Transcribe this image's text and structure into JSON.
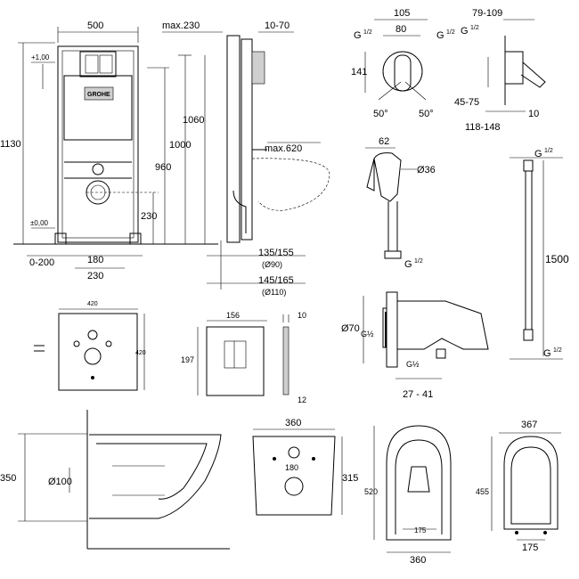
{
  "frame": {
    "width_top": "500",
    "height_total": "1130",
    "label_100": "+1,00",
    "label_000": "±0,00",
    "h1060": "1060",
    "h1000": "1000",
    "h960": "960",
    "h230": "230",
    "w0200": "0-200",
    "w180": "180",
    "w230": "230",
    "logo": "GROHE"
  },
  "side": {
    "max230": "max.230",
    "r1070": "10-70",
    "max620": "max.620",
    "d135": "135/155",
    "d90": "(Ø90)",
    "d145": "145/165",
    "d110": "(Ø110)"
  },
  "mixer": {
    "w105": "105",
    "w80": "80",
    "g_left": "G",
    "g_right": "G",
    "h141": "141",
    "a50l": "50°",
    "a50r": "50°",
    "half": "1/2"
  },
  "mixer_side": {
    "r79": "79-109",
    "g": "G",
    "r45": "45-75",
    "r118": "118-148",
    "n10": "10",
    "half": "1/2"
  },
  "sprayer": {
    "w62": "62",
    "d36": "Ø36",
    "g": "G",
    "half": "1/2"
  },
  "hose": {
    "g_top": "G",
    "g_bottom": "G",
    "len": "1500",
    "half": "1/2"
  },
  "pad": {
    "w420": "420",
    "h420": "420"
  },
  "plate": {
    "w156": "156",
    "h197": "197",
    "d10": "10",
    "d12": "12"
  },
  "elbow": {
    "d70": "Ø70",
    "g": "G½",
    "g2": "G½",
    "r27": "27 - 41"
  },
  "bowl_side": {
    "h350": "350",
    "d100": "Ø100"
  },
  "bowl_back": {
    "w360": "360",
    "c180": "180",
    "h315": "315"
  },
  "bowl_top": {
    "h520": "520",
    "c175": "175",
    "w360": "360"
  },
  "seat": {
    "w367": "367",
    "h455": "455",
    "c175": "175"
  }
}
